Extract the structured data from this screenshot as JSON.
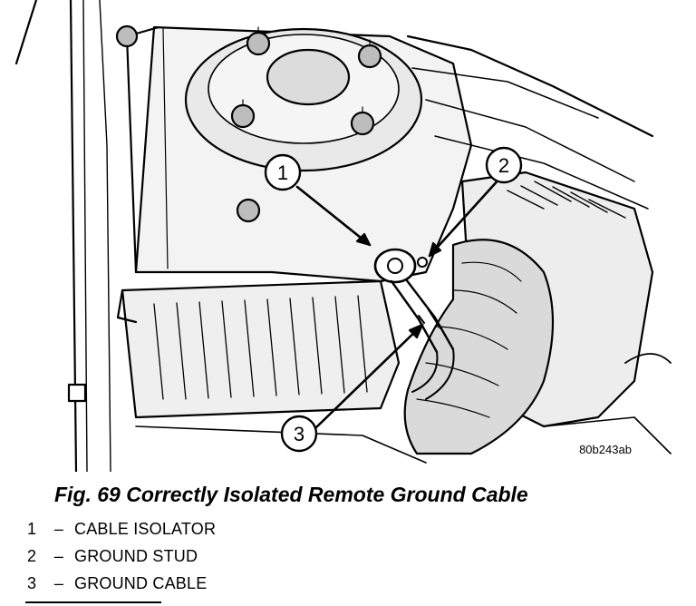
{
  "figure": {
    "reference_code": "80b243ab",
    "callouts": [
      {
        "number": "1"
      },
      {
        "number": "2"
      },
      {
        "number": "3"
      }
    ]
  },
  "caption": {
    "title": "Fig. 69 Correctly Isolated Remote Ground Cable"
  },
  "legend": [
    {
      "number": "1",
      "separator": "–",
      "label": "CABLE ISOLATOR"
    },
    {
      "number": "2",
      "separator": "–",
      "label": "GROUND STUD"
    },
    {
      "number": "3",
      "separator": "–",
      "label": "GROUND CABLE"
    }
  ]
}
